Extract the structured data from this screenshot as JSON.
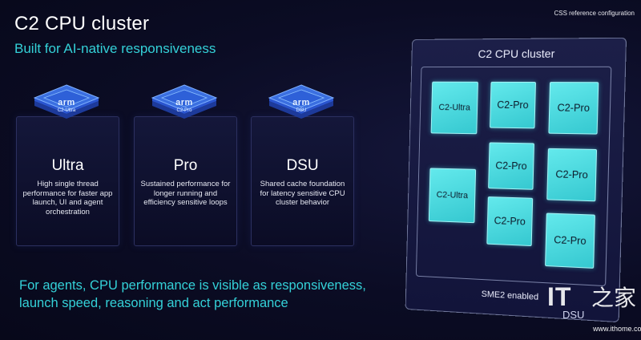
{
  "header": {
    "title": "C2 CPU cluster",
    "subtitle": "Built for AI-native responsiveness",
    "reference": "CSS reference configuration"
  },
  "cards": [
    {
      "name": "Ultra",
      "chip_brand": "arm",
      "chip_label": "C2-Ultra",
      "description": "High single thread performance for faster app launch, UI and agent orchestration"
    },
    {
      "name": "Pro",
      "chip_brand": "arm",
      "chip_label": "C2-Pro",
      "description": "Sustained performance for longer running and efficiency sensitive loops"
    },
    {
      "name": "DSU",
      "chip_brand": "arm",
      "chip_label": "DSU",
      "description": "Shared cache foundation for latency sensitive CPU cluster behavior"
    }
  ],
  "footer": {
    "line1": "For agents, CPU performance is visible as responsiveness,",
    "line2": "launch speed, reasoning and act performance"
  },
  "cluster": {
    "title": "C2 CPU cluster",
    "cores": [
      "C2-Ultra",
      "C2-Pro",
      "C2-Pro",
      "C2-Pro",
      "C2-Pro",
      "C2-Ultra",
      "C2-Pro",
      "C2-Pro"
    ],
    "sme_label": "SME2 enabled",
    "dsu_label": "DSU"
  },
  "watermark": {
    "brand": "IT",
    "char": "之家",
    "url": "www.ithome.com"
  },
  "colors": {
    "accent": "#34d1d8",
    "core_fill": "#4fdde2",
    "background": "#0b0c24",
    "chip_top": "#3b6fe0"
  }
}
